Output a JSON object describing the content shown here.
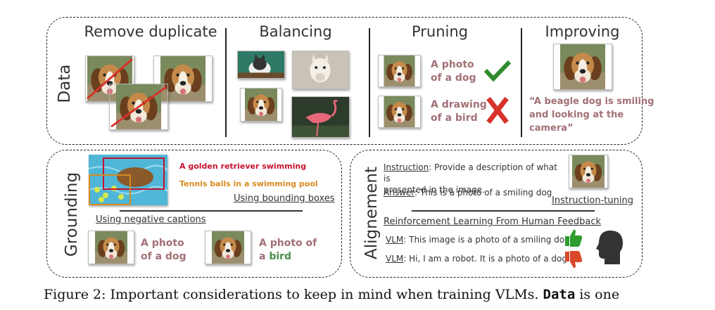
{
  "data_section": {
    "label": "Data",
    "columns": {
      "remove_duplicate": "Remove duplicate",
      "balancing": "Balancing",
      "pruning": "Pruning",
      "improving": "Improving"
    },
    "pruning": {
      "good_caption_line1": "A photo",
      "good_caption_line2": "of a dog",
      "bad_caption_line1": "A drawing",
      "bad_caption_line2": "of a bird"
    },
    "improving": {
      "caption_line1": "“A beagle dog is smiling",
      "caption_line2": "and looking at the",
      "caption_line3": "camera”"
    }
  },
  "grounding_section": {
    "label": "Grounding",
    "box_caption_red": "A golden retriever swimming",
    "box_caption_orange": "Tennis balls in a swimming pool",
    "bounding_boxes_label": "Using bounding boxes",
    "negative_captions_label": "Using negative captions",
    "caption_dog_line1": "A photo",
    "caption_dog_line2": "of a dog",
    "caption_bird_line1": "A photo of",
    "caption_bird_line2_prefix": "a",
    "caption_bird_line2_word": "bird",
    "colors": {
      "red_box": "#c8102e",
      "orange_box": "#d98a1f"
    }
  },
  "alignment_section": {
    "label": "Alignement",
    "instruction_key": "Instruction",
    "instruction_text_line1": ": Provide a description of what is",
    "instruction_text_line2": "presented in the image.",
    "answer_key": "Answer",
    "answer_text": ": This is a photo of a smiling dog",
    "instruction_tuning_label": "Instruction-tuning",
    "rlhf_label": "Reinforcement Learning From Human Feedback",
    "vlm_key_1": "VLM",
    "vlm_text_1": ": This image is a photo of a smiling dog.",
    "vlm_key_2": "VLM",
    "vlm_text_2": ": Hi, I am a robot. It is a photo of a  dog."
  },
  "figure_caption": {
    "prefix": "Figure 2:  Important considerations to keep in mind when training VLMs.  ",
    "bold": "Data",
    "suffix": " is one"
  },
  "colors": {
    "accent_mauve": "#a27076",
    "check_green": "#2e8b2e",
    "cross_red": "#d8322a"
  }
}
